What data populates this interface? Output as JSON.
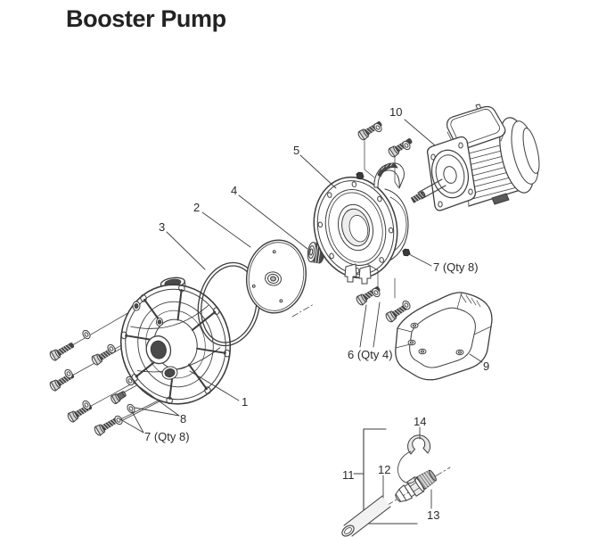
{
  "title": "Booster Pump",
  "diagram_type_label": "exploded parts view",
  "callouts": {
    "c1": "1",
    "c2": "2",
    "c3": "3",
    "c4": "4",
    "c5": "5",
    "c6": "6 (Qty 4)",
    "c7_right": "7 (Qty 8)",
    "c7_left": "7 (Qty 8)",
    "c8": "8",
    "c9": "9",
    "c10": "10",
    "c11": "11",
    "c12": "12",
    "c13": "13",
    "c14": "14"
  },
  "colors": {
    "line": "#3d3d3d",
    "dark_fill": "#4a4a4a",
    "light_fill": "#ececec",
    "title_text": "#232323",
    "label_text": "#2b2b2b",
    "background": "#ffffff"
  }
}
